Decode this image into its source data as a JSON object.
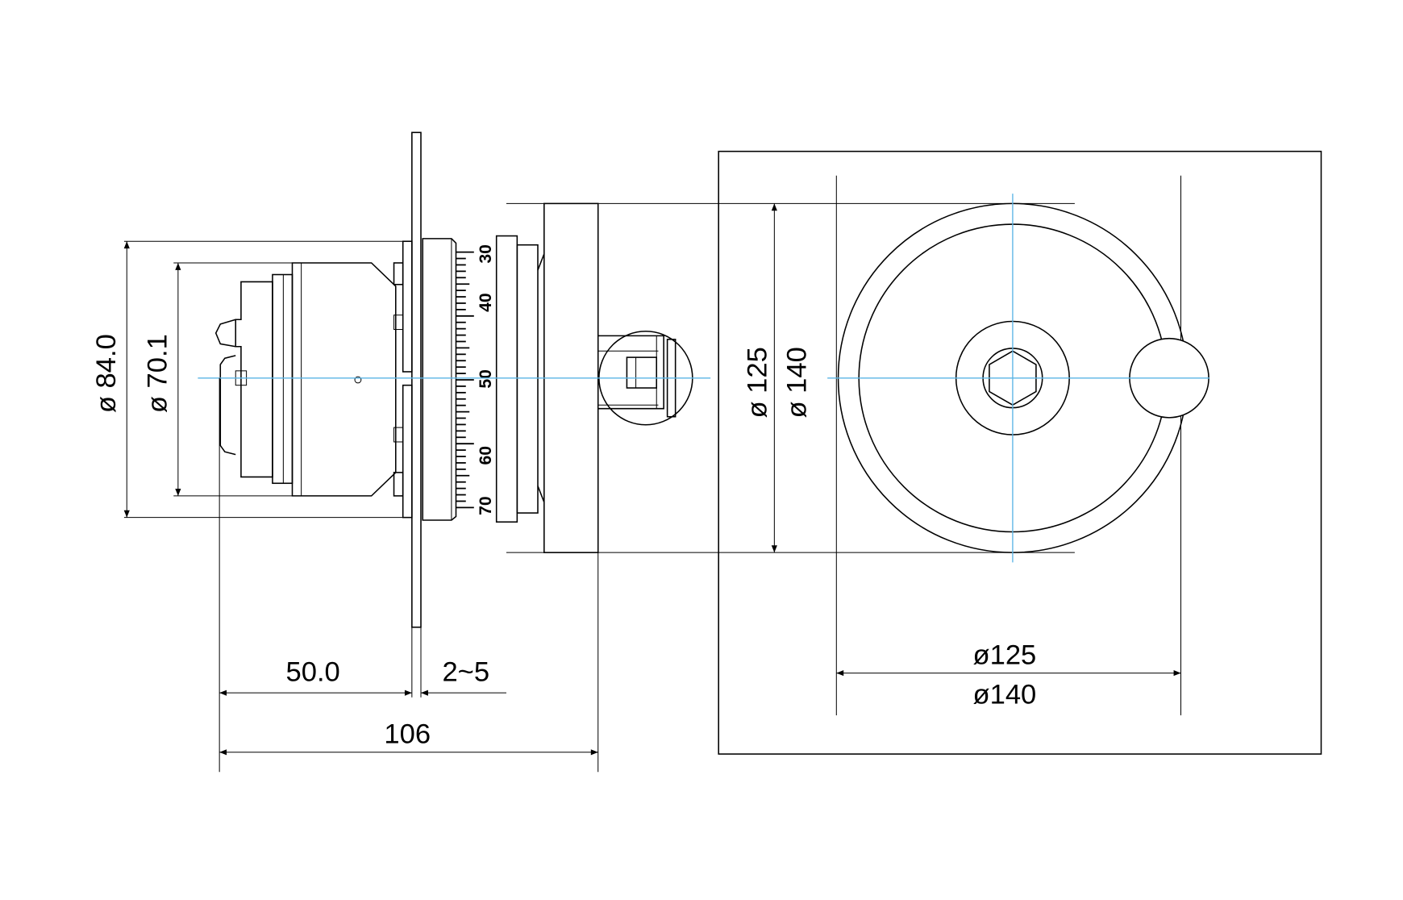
{
  "title": "Handwheel with dial indicator - dimension drawing",
  "dimensions": {
    "dia_84": "ø 84.0",
    "dia_70": "ø 70.1",
    "len_50": "50.0",
    "panel_thickness": "2~5",
    "total_length": "106",
    "side_dia_125": "ø 125",
    "side_dia_140": "ø 140",
    "front_dia_125": "ø125",
    "front_dia_140": "ø140"
  },
  "scale_labels": [
    "30",
    "40",
    "50",
    "60",
    "70"
  ],
  "colors": {
    "line": "#000000",
    "centerline": "#5ab4e5"
  }
}
